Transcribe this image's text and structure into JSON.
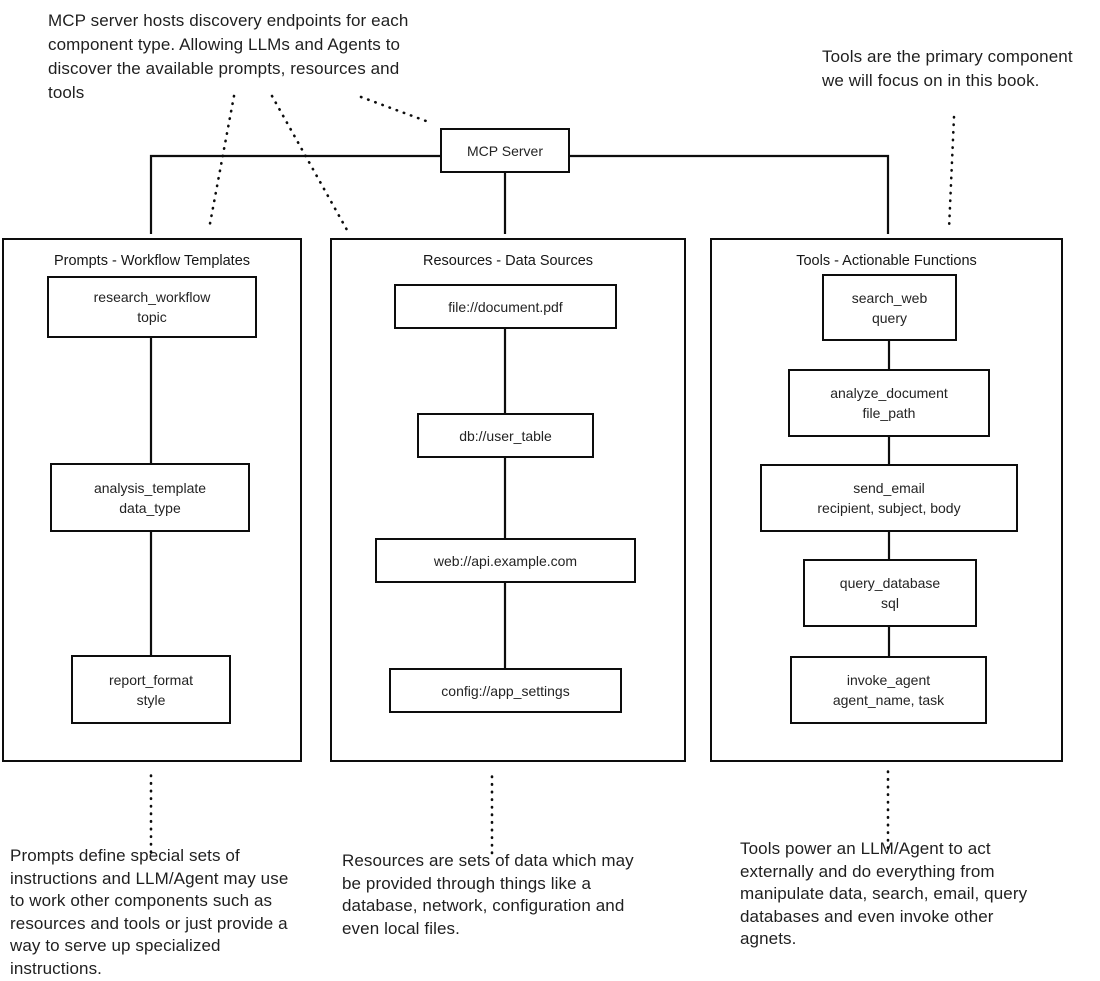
{
  "server": {
    "label": "MCP Server"
  },
  "annotations": {
    "top_left": [
      "MCP server hosts discovery endpoints for each",
      "component type. Allowing LLMs and Agents to",
      "discover the available prompts, resources and",
      "tools"
    ],
    "top_right": [
      "Tools are the primary component",
      "we will focus on in this book."
    ],
    "bottom_left": [
      "Prompts define special sets of",
      "instructions and LLM/Agent may use",
      "to work other components such as",
      "resources and tools or just provide a",
      "way to serve up specialized",
      "instructions."
    ],
    "bottom_middle": [
      "Resources are sets of data which may",
      "be provided through things like a",
      "database, network, configuration and",
      "even local files."
    ],
    "bottom_right": [
      "Tools power an LLM/Agent to act",
      "externally and do everything from",
      "manipulate data, search, email, query",
      "databases and even invoke other",
      "agnets."
    ]
  },
  "columns": {
    "prompts": {
      "title": "Prompts - Workflow Templates",
      "nodes": [
        {
          "name": "research_workflow",
          "params": "topic"
        },
        {
          "name": "analysis_template",
          "params": "data_type"
        },
        {
          "name": "report_format",
          "params": "style"
        }
      ]
    },
    "resources": {
      "title": "Resources - Data Sources",
      "nodes": [
        {
          "name": "file://document.pdf"
        },
        {
          "name": "db://user_table"
        },
        {
          "name": "web://api.example.com"
        },
        {
          "name": "config://app_settings"
        }
      ]
    },
    "tools": {
      "title": "Tools - Actionable Functions",
      "nodes": [
        {
          "name": "search_web",
          "params": "query"
        },
        {
          "name": "analyze_document",
          "params": "file_path"
        },
        {
          "name": "send_email",
          "params": "recipient, subject, body"
        },
        {
          "name": "query_database",
          "params": "sql"
        },
        {
          "name": "invoke_agent",
          "params": "agent_name, task"
        }
      ]
    }
  },
  "colors": {
    "line": "#0d0d0d",
    "text": "#1a1a1a",
    "background": "#ffffff"
  }
}
